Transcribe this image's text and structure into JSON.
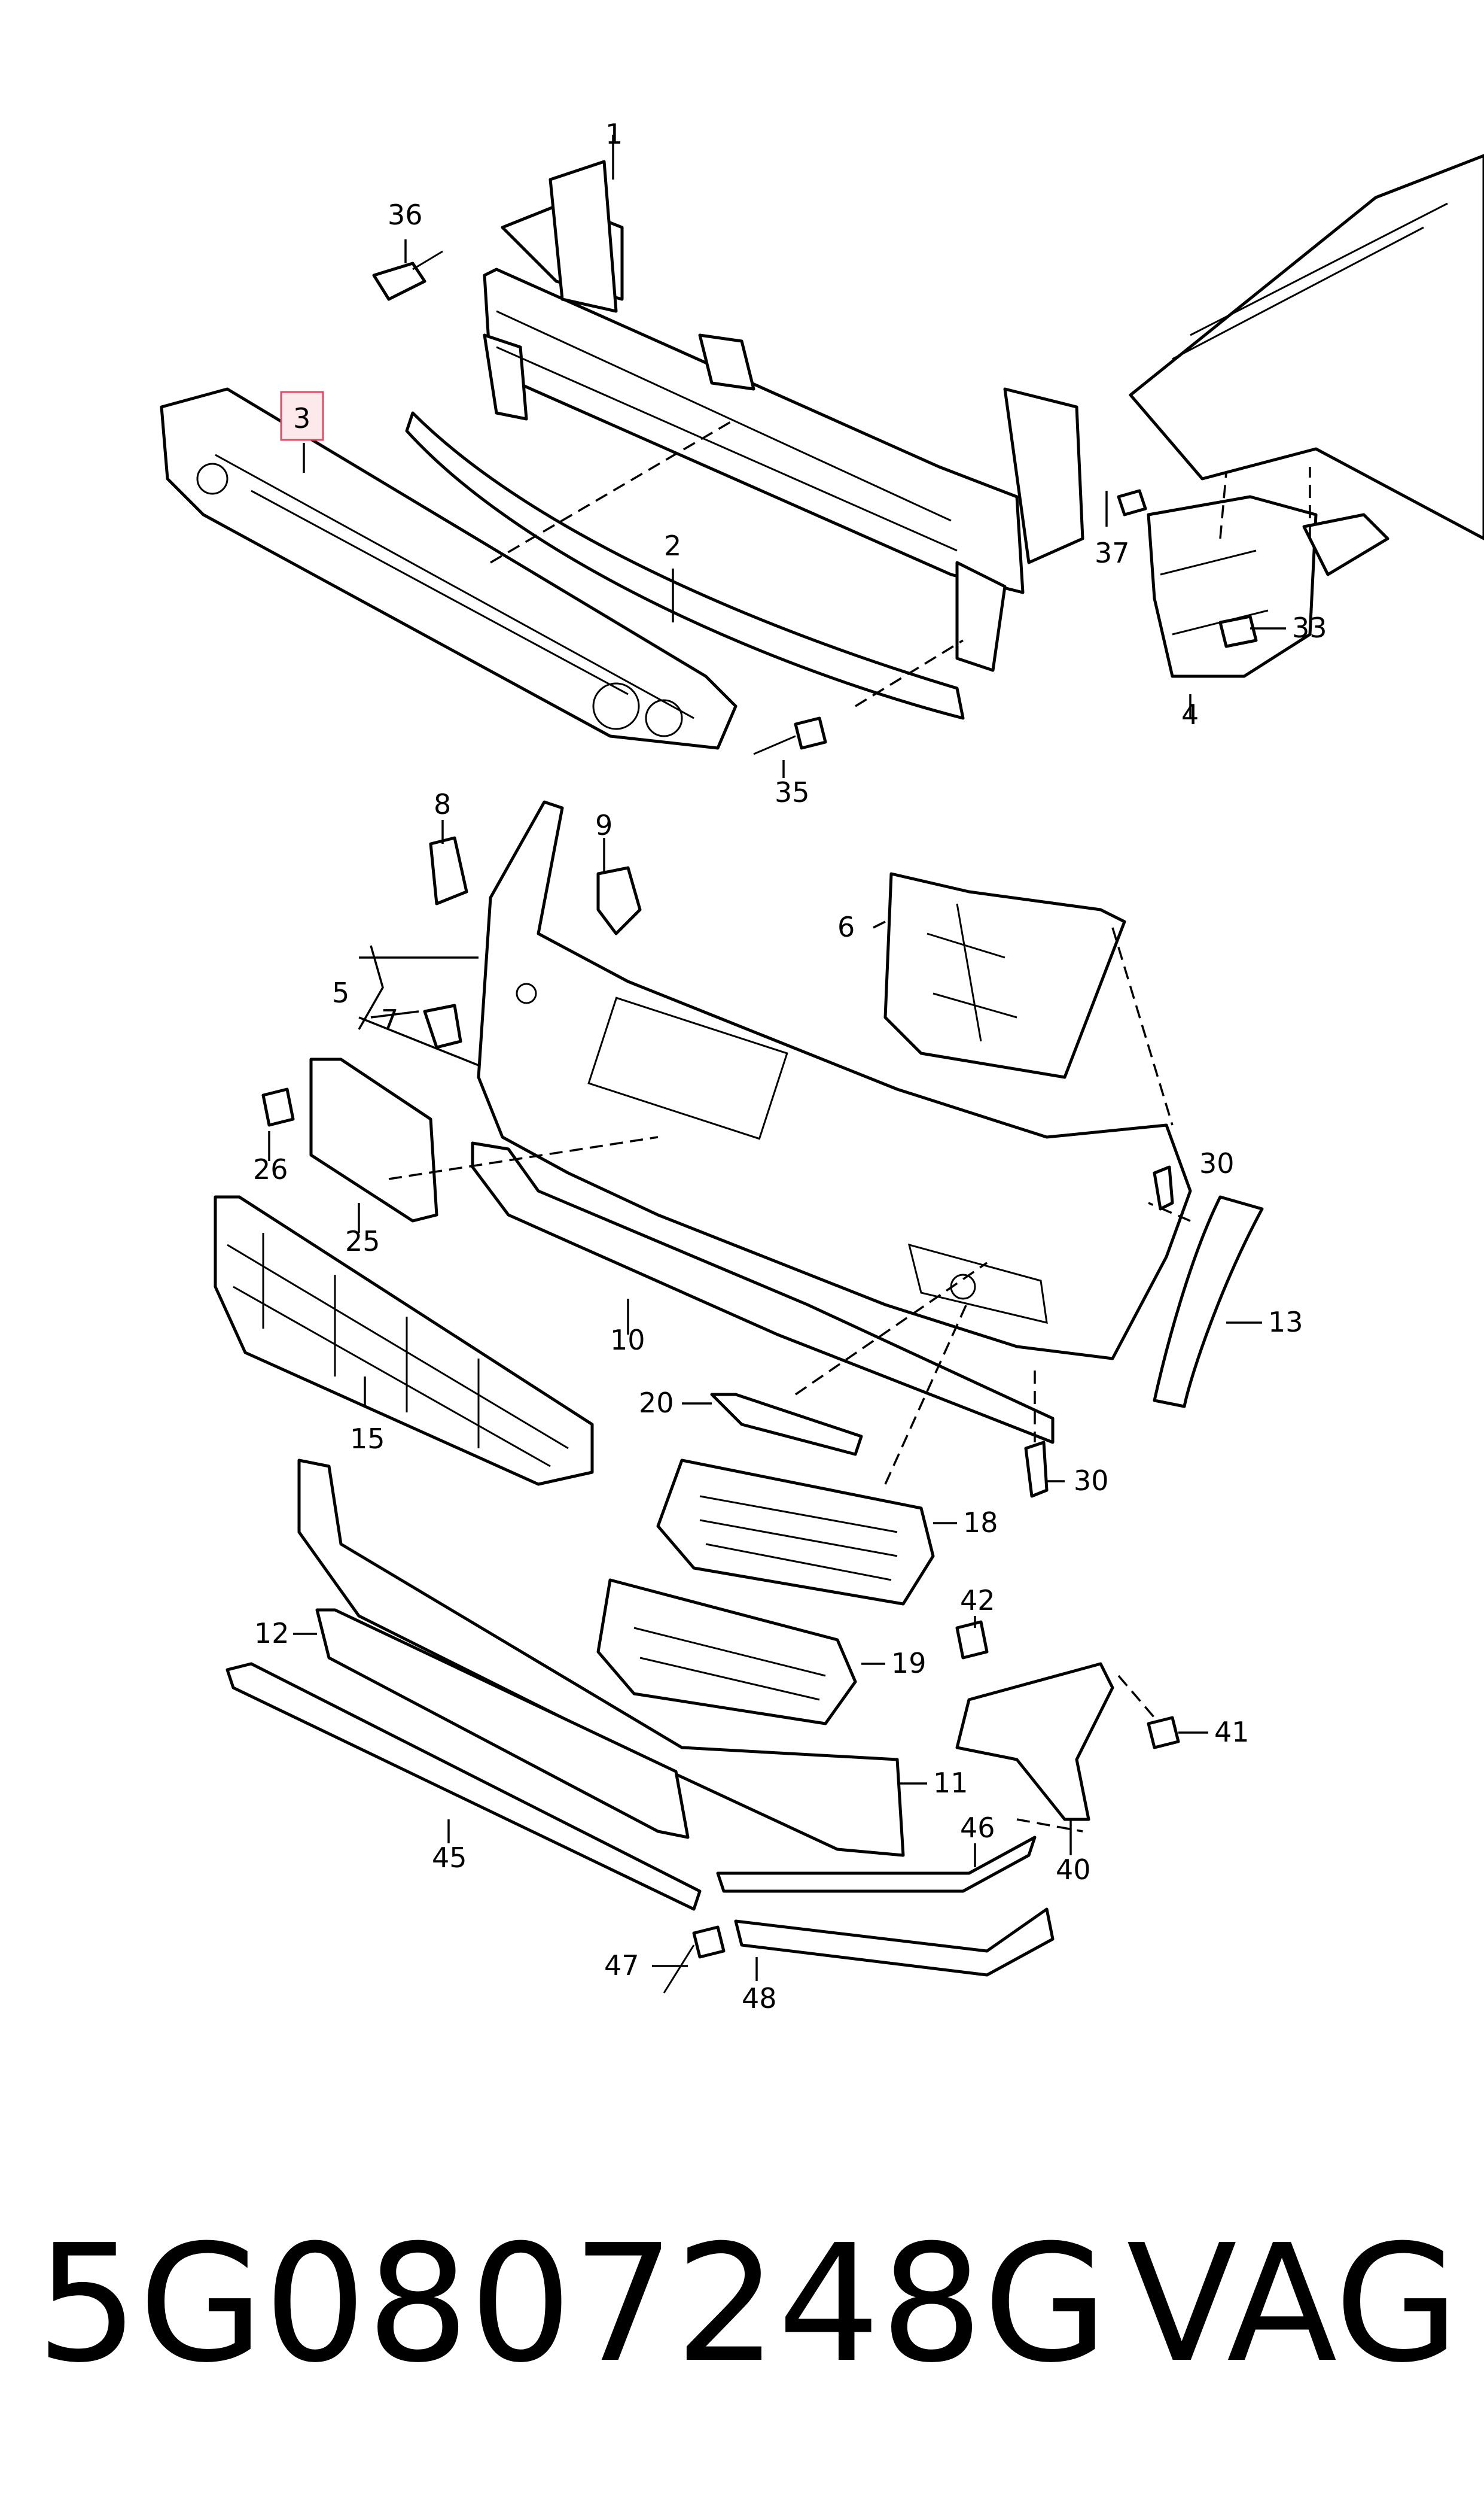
{
  "diagram": {
    "highlighted_callout": "3",
    "callouts": [
      "1",
      "2",
      "3",
      "4",
      "5",
      "6",
      "7",
      "8",
      "9",
      "10",
      "11",
      "12",
      "13",
      "15",
      "18",
      "19",
      "20",
      "25",
      "26",
      "30",
      "30",
      "33",
      "35",
      "36",
      "37",
      "40",
      "41",
      "42",
      "45",
      "46",
      "47",
      "48"
    ]
  },
  "footer": {
    "part_number": "5G0807248G",
    "brand": "VAG"
  },
  "colors": {
    "highlight_fill": "#fde8ec",
    "highlight_stroke": "#e04a66",
    "line": "#000000"
  }
}
